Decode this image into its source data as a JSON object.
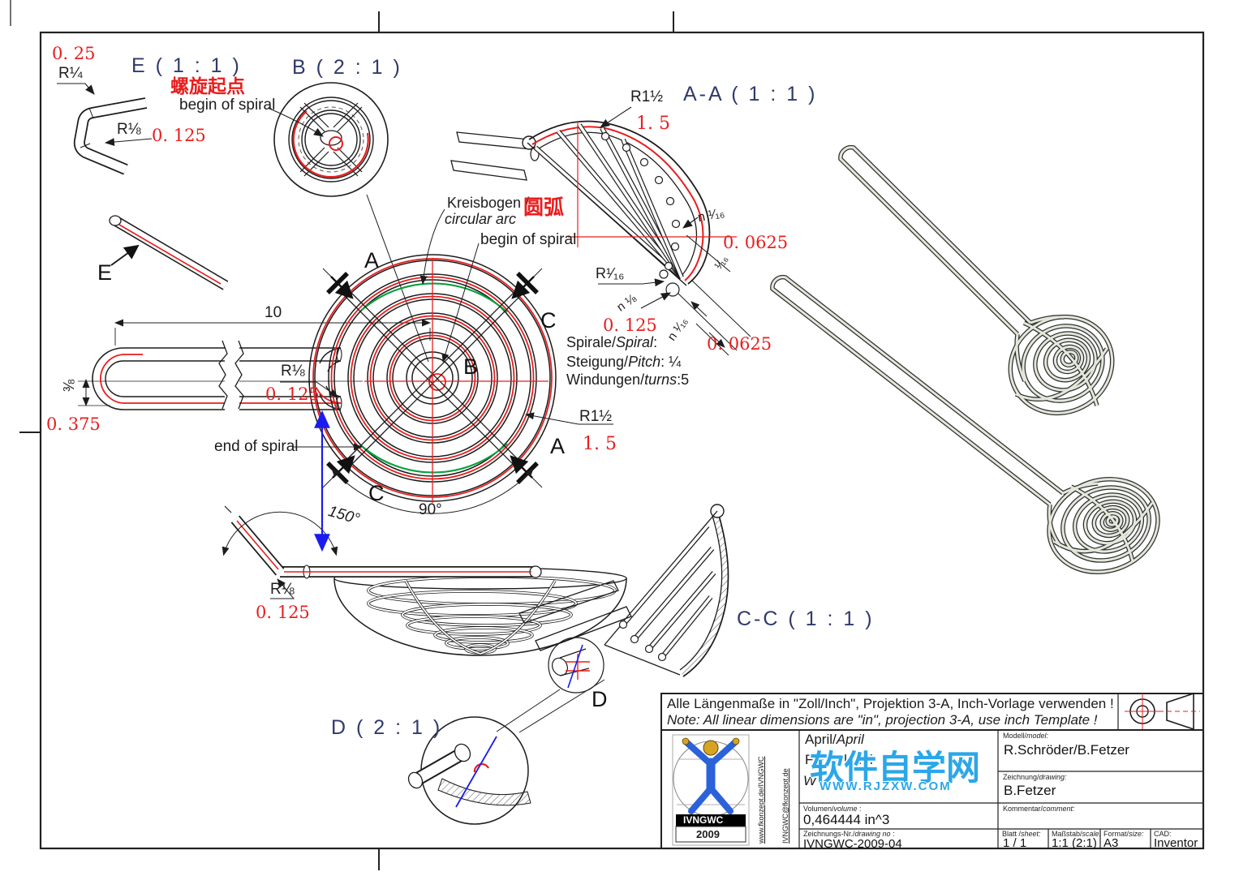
{
  "colors": {
    "red": "#e81e1e",
    "green": "#0aa13f",
    "blue": "#1b1bee",
    "navy": "#303a6b",
    "line": "#1c1c1c",
    "watermark": "#2ba7e8"
  },
  "views": {
    "e": {
      "title": "E ( 1 : 1 )",
      "d025": "0. 25",
      "r_quarter": "R¼",
      "r_eighth": "R⅛",
      "d0125": "0. 125",
      "letter": "E"
    },
    "b": {
      "title": "B ( 2 : 1 )",
      "spiral_start_cn": "螺旋起点",
      "begin_of_spiral": "begin of spiral"
    },
    "aa": {
      "title": "A-A ( 1 : 1 )",
      "r_1_5": "R1½",
      "d1_5": "1. 5",
      "n_116_top": "n ¹⁄₁₆",
      "d00625_top": "0. 0625",
      "f116": "¹⁄₁₆",
      "r_116": "R¹⁄₁₆",
      "n_18": "n ⅛",
      "d0125": "0. 125",
      "n_116_bot": "n ¹⁄₁₆",
      "d00625_bot": "0. 0625"
    },
    "top": {
      "kreisbogen_de": "Kreisbogen /",
      "kreisbogen_en": "circular arc",
      "kreisbogen_cn": "圆弧",
      "begin_of_spiral": "begin of spiral",
      "end_of_spiral": "end of spiral",
      "len10": "10",
      "r_eighth": "R⅛",
      "d0125": "0. 125",
      "d38": "⅜",
      "d0375": "0. 375",
      "r_1_5": "R1½",
      "d1_5": "1. 5",
      "a90": "90°",
      "a150": "150°",
      "sec_a": "A",
      "sec_b": "B",
      "sec_c": "C",
      "spiral_de": "Spirale/",
      "spiral_en": "Spiral",
      "spiral_colon": ":",
      "pitch_de": "Steigung/",
      "pitch_en": "Pitch",
      "pitch_val": ": ¼",
      "turns_de": "Windungen/",
      "turns_en": "turns",
      "turns_val": ":5"
    },
    "side": {
      "r_eighth": "R⅛",
      "d0125": "0. 125"
    },
    "cc": {
      "title": "C-C ( 1 : 1 )",
      "detail": "D"
    },
    "d": {
      "title": "D ( 2 : 1 )"
    }
  },
  "notes": {
    "line1": "Alle Längenmaße in \"Zoll/Inch\", Projektion 3-A, Inch-Vorlage verwenden !",
    "line2": "Note: All linear dimensions are \"in\", projection 3-A, use inch Template !"
  },
  "title_block": {
    "logo": {
      "name": "IVNGWC",
      "year": "2009",
      "link1": "www.fkonzept.de/IVNGWC",
      "link2": "IVNGWC@fkonzept.de"
    },
    "date_de": "April/",
    "date_en": "April",
    "part_name": "Frittierlöffel",
    "part_name2": "W",
    "modell_de": "Modell/",
    "modell_en": "model:",
    "modell_value": "R.Schröder/B.Fetzer",
    "zeichnung_de": "Zeichnung/",
    "zeichnung_en": "drawing:",
    "zeichnung_value": "B.Fetzer",
    "volumen_de": "Volumen/",
    "volumen_en": "volume",
    "volumen_colon": " :",
    "volumen_value": "0,464444 in^3",
    "kommentar_de": "Kommentar/",
    "kommentar_en": "comment:",
    "drawno_de": "Zeichnungs-Nr./",
    "drawno_en": "drawing no",
    "drawno_colon": " :",
    "drawno_value": "IVNGWC-2009-04",
    "sheet_de": "Blatt /",
    "sheet_en": "sheet:",
    "sheet_value": "1  /  1",
    "scale_de": "Maßstab/",
    "scale_en": "scale:",
    "scale_value": "1:1 (2:1)",
    "format_de": "Format/",
    "format_en": "size:",
    "format_value": "A3",
    "cad_label": "CAD:",
    "cad_value": "Inventor"
  },
  "watermark": {
    "line1": "软件自学网",
    "line2": "WWW.RJZXW.COM"
  }
}
